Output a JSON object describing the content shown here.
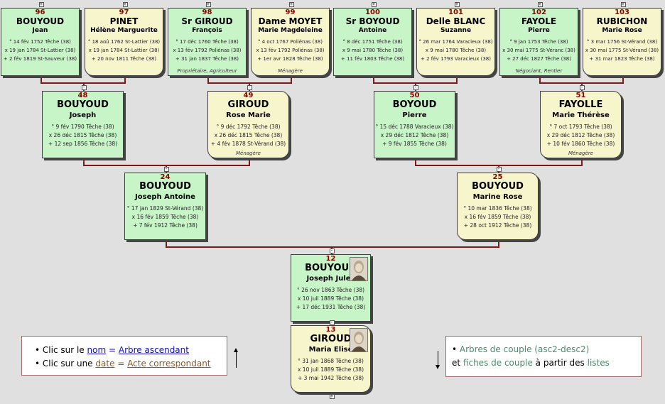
{
  "people": [
    {
      "id": "p96",
      "sosa": "96",
      "sex": "m",
      "size": "sm",
      "name": "BOUYOUD",
      "first": "Jean",
      "events": [
        "° 14 fév 1752 Têche (38)",
        "x 19 jan 1784 St-Lattier (38)",
        "+ 2 fév 1819 St-Sauveur (38)"
      ],
      "occupation": "",
      "photo": false
    },
    {
      "id": "p97",
      "sosa": "97",
      "sex": "f",
      "size": "sm",
      "name": "PINET",
      "first": "Hélène Marguerite",
      "events": [
        "° 18 aoû 1762 St-Lattier (38)",
        "x 19 jan 1784 St-Lattier (38)",
        "+ 20 nov 1811 Têche (38)"
      ],
      "occupation": "",
      "photo": false
    },
    {
      "id": "p98",
      "sosa": "98",
      "sex": "m",
      "size": "sm",
      "name": "Sr GIROUD",
      "first": "François",
      "events": [
        "° 17 déc 1760 Têche (38)",
        "x 13 fév 1792 Poliénas (38)",
        "+ 31 jan 1837 Têche (38)"
      ],
      "occupation": "Propriétaire, Agriculteur",
      "photo": false
    },
    {
      "id": "p99",
      "sosa": "99",
      "sex": "f",
      "size": "sm",
      "name": "Dame MOYET",
      "first": "Marie Magdeleine",
      "events": [
        "° 4 oct 1767 Poliénas (38)",
        "x 13 fév 1792 Poliénas (38)",
        "+ 1er avr 1828 Têche (38)"
      ],
      "occupation": "Ménagère",
      "photo": false
    },
    {
      "id": "p100",
      "sosa": "100",
      "sex": "m",
      "size": "sm",
      "name": "Sr BOYOUD",
      "first": "Antoine",
      "events": [
        "° 8 déc 1751 Têche (38)",
        "x 9 mai 1780 Têche (38)",
        "+ 11 fév 1803 Têche (38)"
      ],
      "occupation": "",
      "photo": false
    },
    {
      "id": "p101",
      "sosa": "101",
      "sex": "f",
      "size": "sm",
      "name": "Delle BLANC",
      "first": "Suzanne",
      "events": [
        "° 26 mar 1764 Varacieux (38)",
        "x 9 mai 1780 Têche (38)",
        "+ 2 fév 1793 Varacieux (38)"
      ],
      "occupation": "",
      "photo": false
    },
    {
      "id": "p102",
      "sosa": "102",
      "sex": "m",
      "size": "sm",
      "name": "FAYOLE",
      "first": "Pierre",
      "events": [
        "° 9 jan 1753 Têche (38)",
        "x 30 mai 1775 St-Véranc (38)",
        "+ 27 déc 1827 Têche (38)"
      ],
      "occupation": "Négociant, Rentier",
      "photo": false
    },
    {
      "id": "p103",
      "sosa": "103",
      "sex": "f",
      "size": "sm",
      "name": "RUBICHON",
      "first": "Marie Rose",
      "events": [
        "° 3 mar 1756 St-Vérand (38)",
        "x 30 mai 1775 St-Vérand (38)",
        "+ 31 mar 1823 Têche (38)"
      ],
      "occupation": "",
      "photo": false
    },
    {
      "id": "p48",
      "sosa": "48",
      "sex": "m",
      "size": "lg",
      "name": "BOUYOUD",
      "first": "Joseph",
      "events": [
        "° 9 fév 1790 Têche (38)",
        "x 26 déc 1815 Têche (38)",
        "+ 12 sep 1856 Têche (38)"
      ],
      "occupation": "",
      "photo": false
    },
    {
      "id": "p49",
      "sosa": "49",
      "sex": "f",
      "size": "lg",
      "name": "GIROUD",
      "first": "Rose Marie",
      "events": [
        "° 9 déc 1792 Têche (38)",
        "x 26 déc 1815 Têche (38)",
        "+ 4 fév 1878 St-Vérand (38)"
      ],
      "occupation": "Ménagère",
      "photo": false
    },
    {
      "id": "p50",
      "sosa": "50",
      "sex": "m",
      "size": "lg",
      "name": "BOYOUD",
      "first": "Pierre",
      "events": [
        "° 15 déc 1788 Varacieux (38)",
        "x 29 déc 1812 Têche (38)",
        "+ 9 fév 1855 Têche (38)"
      ],
      "occupation": "",
      "photo": false
    },
    {
      "id": "p51",
      "sosa": "51",
      "sex": "f",
      "size": "lg",
      "name": "FAYOLLE",
      "first": "Marie Thérèse",
      "events": [
        "° 7 oct 1793 Têche (38)",
        "x 29 déc 1812 Têche (38)",
        "+ 10 fév 1860 Têche (38)"
      ],
      "occupation": "Ménagère",
      "photo": false
    },
    {
      "id": "p24",
      "sosa": "24",
      "sex": "m",
      "size": "lg",
      "name": "BOUYOUD",
      "first": "Joseph Antoine",
      "events": [
        "° 17 jan 1829 St-Vérand (38)",
        "x 16 fév 1859 Têche (38)",
        "+ 7 fév 1912 Têche (38)"
      ],
      "occupation": "",
      "photo": false
    },
    {
      "id": "p25",
      "sosa": "25",
      "sex": "f",
      "size": "lg",
      "name": "BOUYOUD",
      "first": "Marine Rose",
      "events": [
        "° 10 mar 1836 Têche (38)",
        "x 16 fév 1859 Têche (38)",
        "+ 28 oct 1912 Têche (38)"
      ],
      "occupation": "",
      "photo": false
    },
    {
      "id": "p12",
      "sosa": "12",
      "sex": "m",
      "size": "lg",
      "name": "BOUYOUD",
      "first": "Joseph Jules",
      "events": [
        "° 26 nov 1863 Têche (38)",
        "x 10 juil 1889 Têche (38)",
        "+ 17 déc 1931 Têche (38)"
      ],
      "occupation": "",
      "photo": true
    },
    {
      "id": "p13",
      "sosa": "13",
      "sex": "f",
      "size": "lg",
      "name": "GIROUD",
      "first": "Maria Elise",
      "events": [
        "° 31 jan 1868 Têche (38)",
        "x 10 juil 1889 Têche (38)",
        "+ 3 mai 1942 Têche (38)"
      ],
      "occupation": "",
      "photo": true
    }
  ],
  "legend_left": {
    "line1_prefix": "Clic sur le",
    "line1_link": "nom",
    "line1_eq": "=",
    "line1_target": "Arbre ascendant",
    "line2_prefix": "Clic sur une",
    "line2_link": "date",
    "line2_eq": "=",
    "line2_target": "Acte correspondant"
  },
  "legend_right": {
    "line1": "Arbres de couple (asc2-desc2)",
    "line2_a": "et",
    "line2_b": "fiches de couple",
    "line2_c": "à partir des",
    "line2_d": "listes"
  },
  "toggles": {
    "expand": "+",
    "collapse": "-"
  },
  "colors": {
    "male": "#c8f5c8",
    "female": "#f7f5cc",
    "sosa": "#8b0000",
    "link_line": "#7a1a1a",
    "legend_border": "#9b6b6b"
  }
}
